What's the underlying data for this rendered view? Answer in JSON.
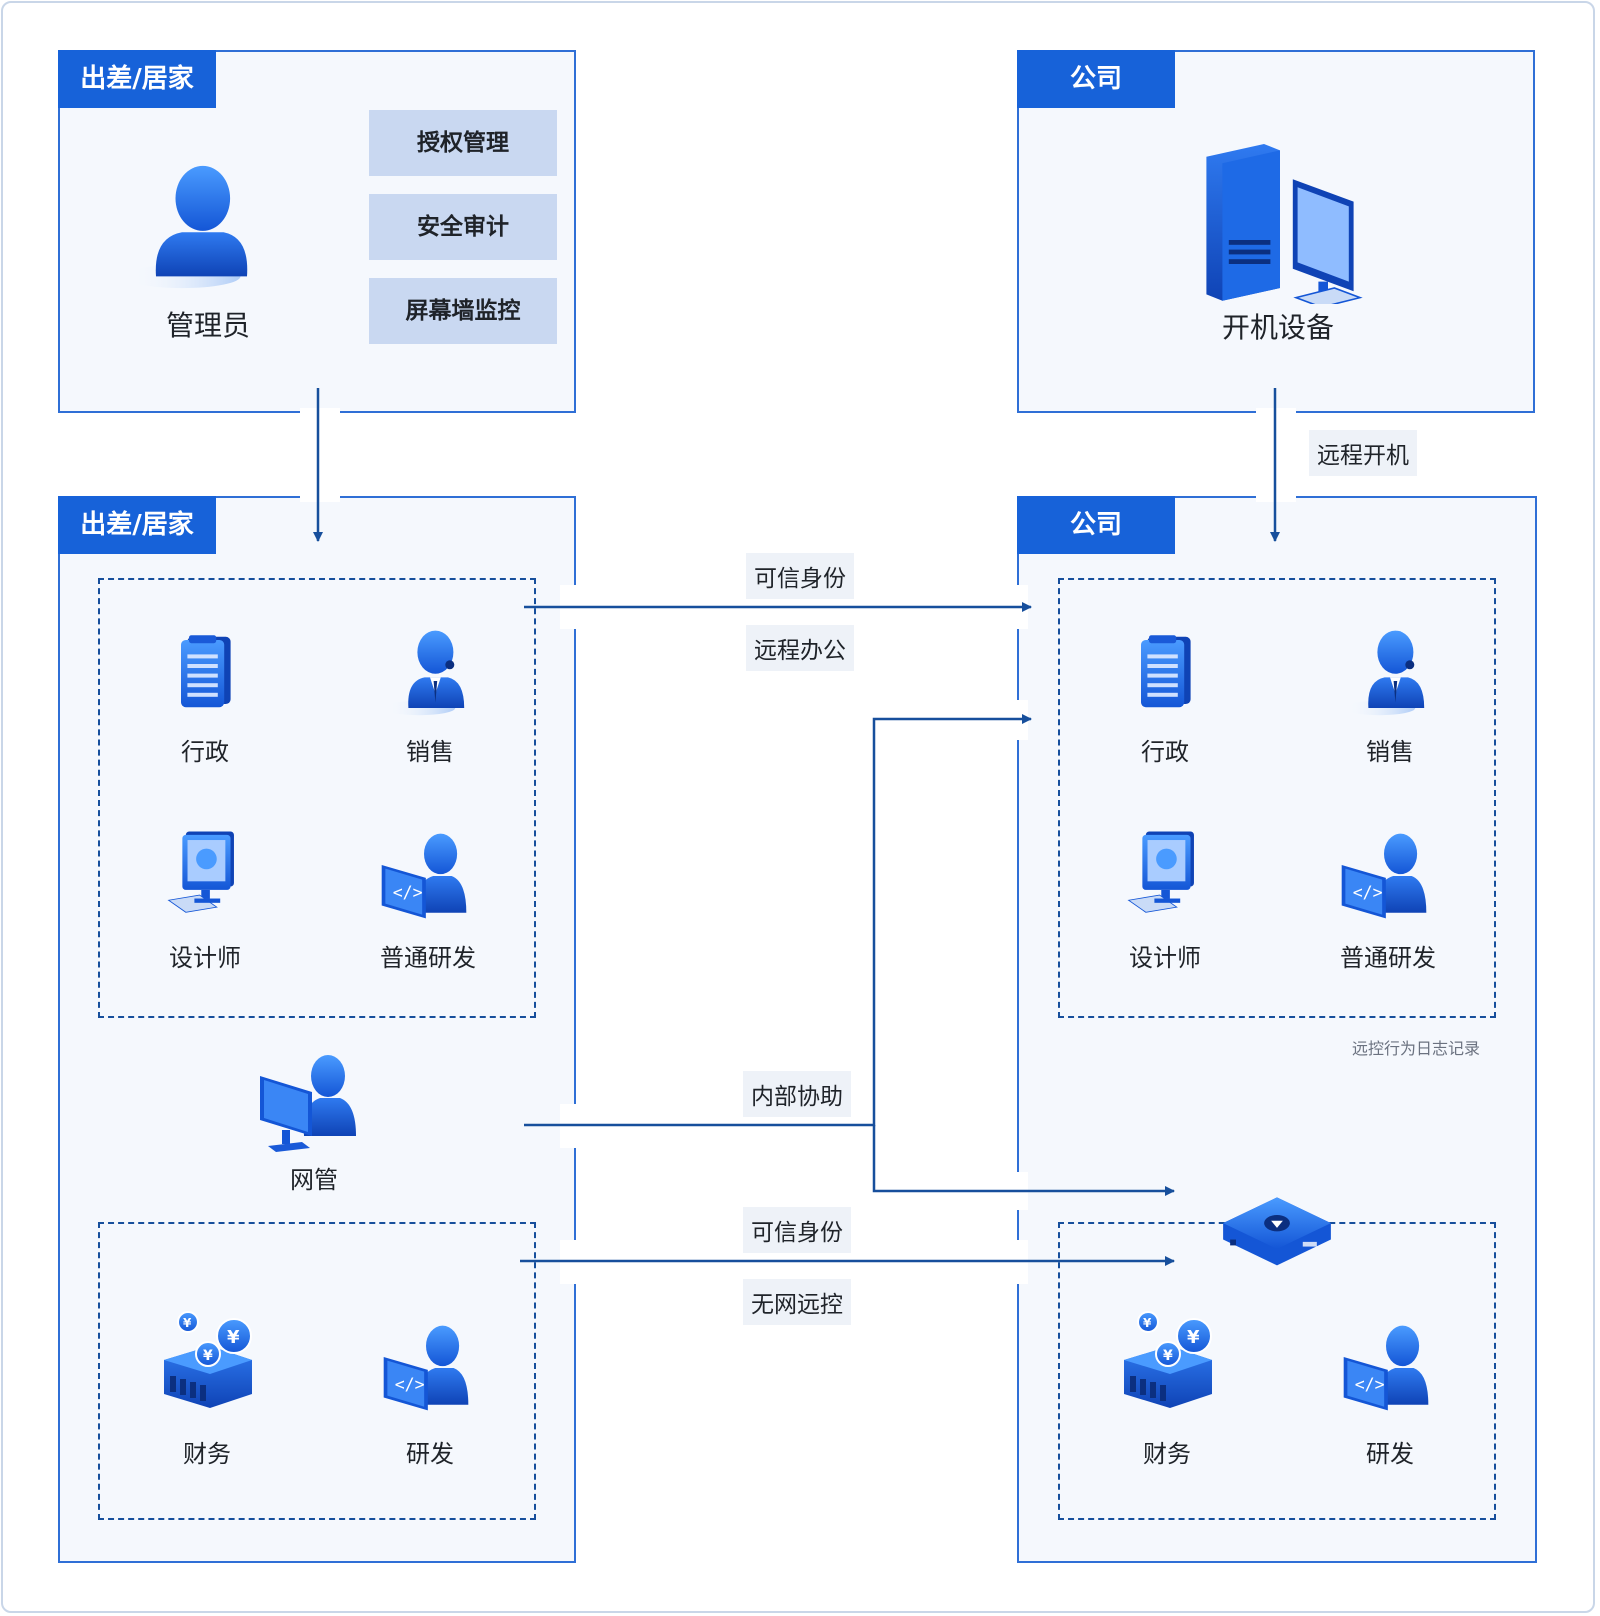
{
  "top_left": {
    "tab": "出差/居家",
    "admin_label": "管理员",
    "functions": [
      "授权管理",
      "安全审计",
      "屏幕墙监控"
    ]
  },
  "top_right": {
    "tab": "公司",
    "device_label": "开机设备"
  },
  "bottom_left": {
    "tab": "出差/居家",
    "group1": [
      "行政",
      "销售",
      "设计师",
      "普通研发"
    ],
    "netadmin": "网管",
    "group2": [
      "财务",
      "研发"
    ]
  },
  "bottom_right": {
    "tab": "公司",
    "group1": [
      "行政",
      "销售",
      "设计师",
      "普通研发"
    ],
    "log_note": "远控行为日志记录",
    "group2": [
      "财务",
      "研发"
    ]
  },
  "edges": {
    "remote_boot": "远程开机",
    "trusted_identity_1": "可信身份",
    "remote_office": "远程办公",
    "internal_assist": "内部协助",
    "trusted_identity_2": "可信身份",
    "offline_control": "无网远控"
  },
  "colors": {
    "primary": "#1762d9",
    "panel_bg": "#f5f8fd",
    "button_bg": "#c9d8f1",
    "connector": "#174f9c"
  }
}
